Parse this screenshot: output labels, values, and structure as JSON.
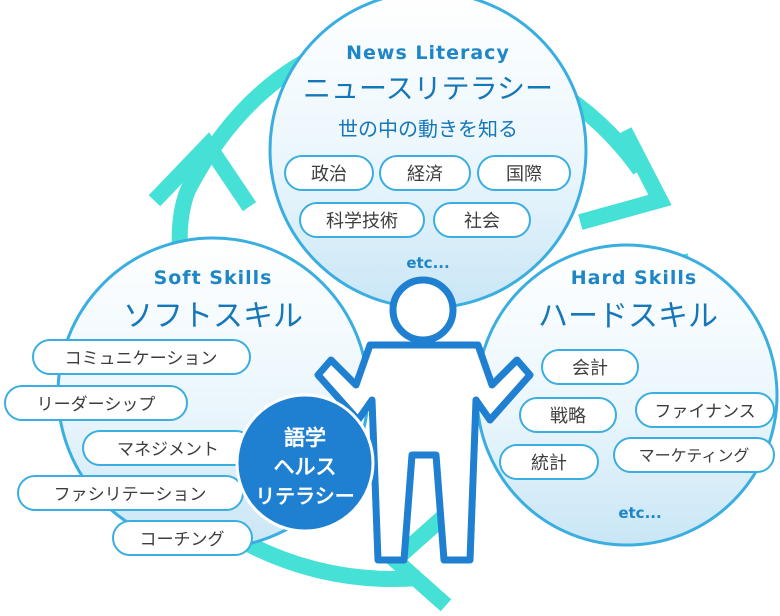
{
  "news": {
    "title_en": "News Literacy",
    "title_jp": "ニュースリテラシー",
    "subtitle": "世の中の動きを知る",
    "tags": [
      "政治",
      "経済",
      "国際",
      "科学技術",
      "社会"
    ],
    "etc": "etc..."
  },
  "soft": {
    "title_en": "Soft Skills",
    "title_jp": "ソフトスキル",
    "tags": [
      "コミュニケーション",
      "リーダーシップ",
      "マネジメント",
      "ファシリテーション",
      "コーチング"
    ]
  },
  "hard": {
    "title_en": "Hard Skills",
    "title_jp": "ハードスキル",
    "tags": [
      "会計",
      "戦略",
      "ファイナンス",
      "統計",
      "マーケティング"
    ],
    "etc": "etc..."
  },
  "center": {
    "lines": [
      "語学",
      "ヘルス",
      "リテラシー"
    ]
  },
  "colors": {
    "circle_fill_top": "#ffffff",
    "circle_fill_bottom": "#cfe9f7",
    "circle_stroke": "#3aaee0",
    "arrow": "#45e0d6",
    "title_en": "#1e86c7",
    "title_jp": "#1577b8",
    "hard_title_jp": "#1577b8",
    "center_fill": "#1f7fd0",
    "person_stroke": "#1f7fd0"
  },
  "icons": {
    "arrows": "cycle-arrow-icon",
    "person": "person-figure-icon"
  }
}
